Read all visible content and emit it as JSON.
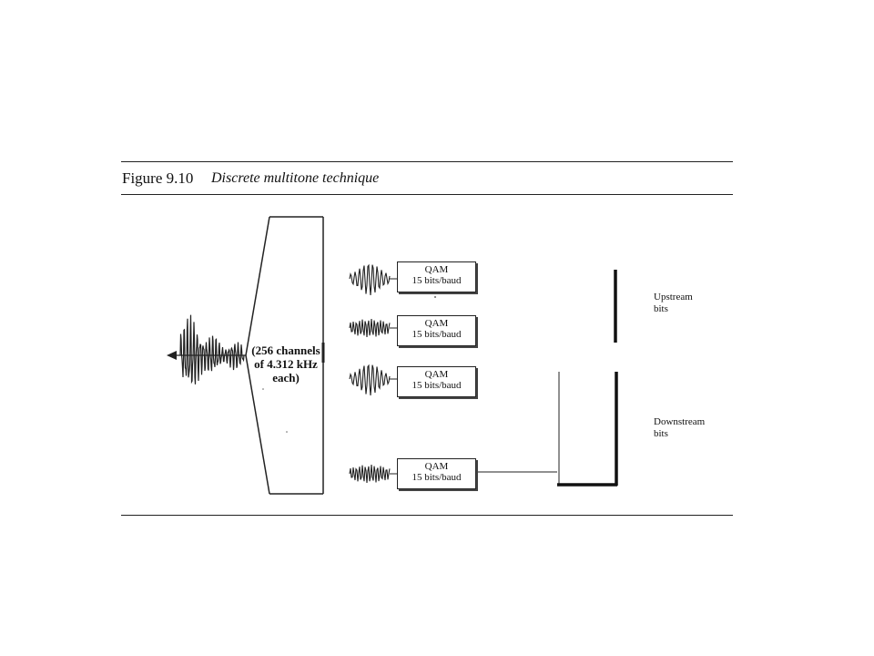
{
  "figure": {
    "number": "Figure 9.10",
    "title": "Discrete multitone technique"
  },
  "channels_label": [
    "(256 channels",
    "of 4.312 kHz",
    "each)"
  ],
  "qam_blocks": [
    {
      "line1": "QAM",
      "line2": "15 bits/baud"
    },
    {
      "line1": "QAM",
      "line2": "15 bits/baud"
    },
    {
      "line1": "QAM",
      "line2": "15 bits/baud"
    },
    {
      "line1": "QAM",
      "line2": "15 bits/baud"
    }
  ],
  "labels": {
    "upstream": [
      "Upstream",
      "bits"
    ],
    "downstream": [
      "Downstream",
      "bits"
    ]
  },
  "colors": {
    "ink": "#222222",
    "background": "#ffffff"
  }
}
